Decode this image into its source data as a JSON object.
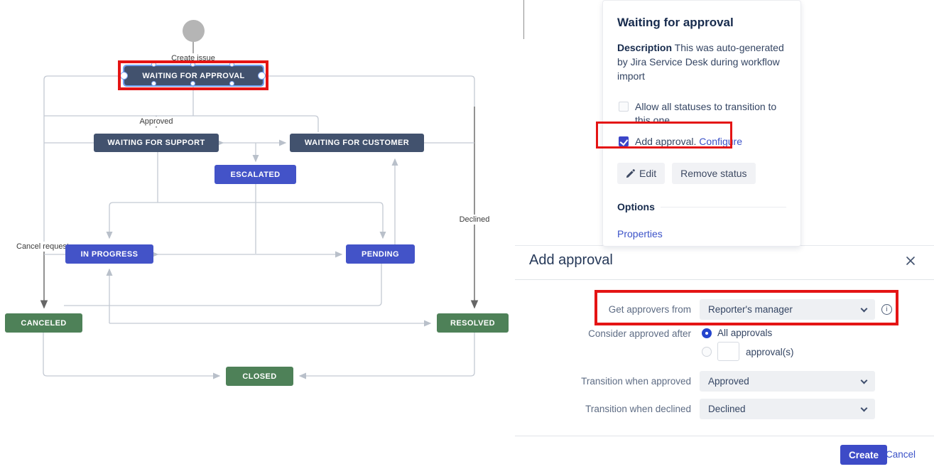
{
  "diagram": {
    "start_transition_label": "Create issue",
    "transition_labels": {
      "approved": "Approved",
      "declined": "Declined",
      "cancel_request": "Cancel request"
    },
    "statuses": [
      {
        "id": "waiting-for-approval",
        "label": "WAITING FOR APPROVAL",
        "category": "slate",
        "selected": true
      },
      {
        "id": "waiting-for-support",
        "label": "WAITING FOR SUPPORT",
        "category": "slate",
        "selected": false
      },
      {
        "id": "waiting-for-customer",
        "label": "WAITING FOR CUSTOMER",
        "category": "slate",
        "selected": false
      },
      {
        "id": "escalated",
        "label": "ESCALATED",
        "category": "blue",
        "selected": false
      },
      {
        "id": "in-progress",
        "label": "IN PROGRESS",
        "category": "blue",
        "selected": false
      },
      {
        "id": "pending",
        "label": "PENDING",
        "category": "blue",
        "selected": false
      },
      {
        "id": "canceled",
        "label": "CANCELED",
        "category": "green",
        "selected": false
      },
      {
        "id": "resolved",
        "label": "RESOLVED",
        "category": "green",
        "selected": false
      },
      {
        "id": "closed",
        "label": "CLOSED",
        "category": "green",
        "selected": false
      }
    ],
    "colors": {
      "status_slate": "#42526e",
      "status_blue": "#4353c8",
      "status_green": "#4e8158",
      "connector_light": "#c4cad3",
      "connector_dark": "#6e6e6e",
      "selection_blue": "#6f9ff1",
      "start_node_gray": "#b5b5b5"
    }
  },
  "annotation_color": "#e41414",
  "status_panel": {
    "title": "Waiting for approval",
    "description_label": "Description",
    "description_text": "This was auto-generated by Jira Service Desk during workflow import",
    "allow_all_checkbox": {
      "label": "Allow all statuses to transition to this one",
      "checked": false
    },
    "add_approval_checkbox": {
      "label": "Add approval.",
      "link_label": "Configure",
      "checked": true
    },
    "edit_button": "Edit",
    "remove_status_button": "Remove status",
    "options_label": "Options",
    "properties_link": "Properties"
  },
  "add_approval_dialog": {
    "title": "Add approval",
    "get_approvers_label": "Get approvers from",
    "get_approvers_value": "Reporter's manager",
    "consider_approved_label": "Consider approved after",
    "all_approvals_option": "All approvals",
    "approvals_count_value": "",
    "approvals_count_suffix": "approval(s)",
    "when_approved_label": "Transition when approved",
    "when_approved_value": "Approved",
    "when_declined_label": "Transition when declined",
    "when_declined_value": "Declined",
    "create_button": "Create",
    "cancel_link": "Cancel",
    "accent_color": "#3d4bc7",
    "link_color": "#3b52c8"
  }
}
